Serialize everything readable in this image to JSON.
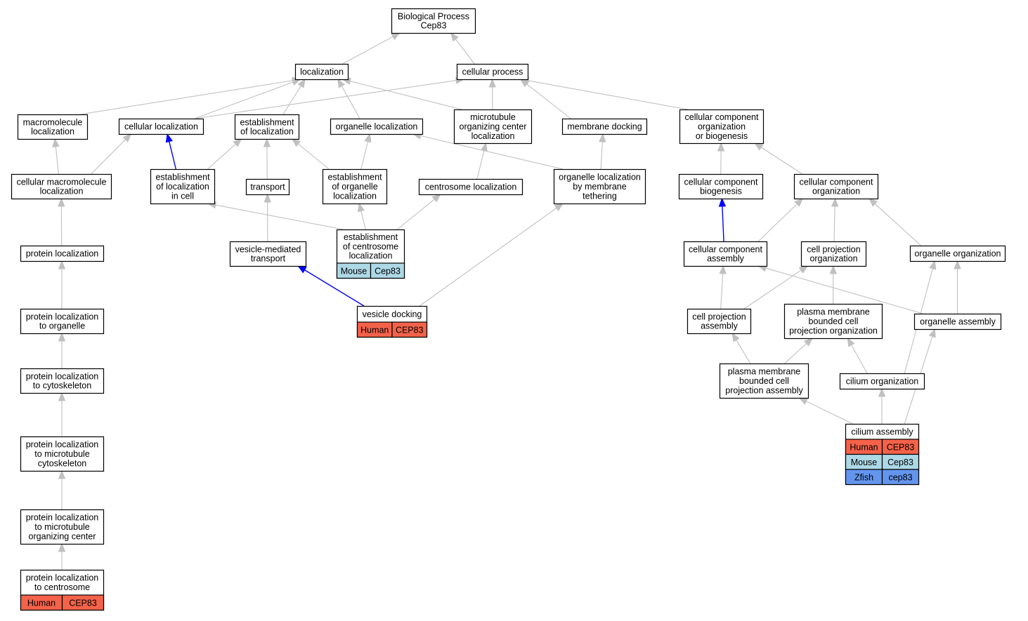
{
  "colors": {
    "edge": "#c0c0c0",
    "edge_highlight": "#0000ff",
    "box_border": "#000000",
    "human": "#f4624a",
    "mouse": "#add8e6",
    "zfish": "#6495ed"
  },
  "nodes": {
    "root": {
      "lines": [
        "Biological Process",
        "Cep83"
      ]
    },
    "localization": {
      "lines": [
        "localization"
      ]
    },
    "cellular_process": {
      "lines": [
        "cellular process"
      ]
    },
    "macromolecule_localization": {
      "lines": [
        "macromolecule",
        "localization"
      ]
    },
    "cellular_localization": {
      "lines": [
        "cellular localization"
      ]
    },
    "establishment_of_localization": {
      "lines": [
        "establishment",
        "of localization"
      ]
    },
    "organelle_localization": {
      "lines": [
        "organelle localization"
      ]
    },
    "mtoc_localization": {
      "lines": [
        "microtubule",
        "organizing center",
        "localization"
      ]
    },
    "membrane_docking": {
      "lines": [
        "membrane docking"
      ]
    },
    "ccob": {
      "lines": [
        "cellular component",
        "organization",
        "or biogenesis"
      ]
    },
    "cellular_macromolecule_localization": {
      "lines": [
        "cellular macromolecule",
        "localization"
      ]
    },
    "establishment_in_cell": {
      "lines": [
        "establishment",
        "of localization",
        "in cell"
      ]
    },
    "transport": {
      "lines": [
        "transport"
      ]
    },
    "establishment_of_organelle": {
      "lines": [
        "establishment",
        "of organelle",
        "localization"
      ]
    },
    "centrosome_localization": {
      "lines": [
        "centrosome localization"
      ]
    },
    "organelle_tethering": {
      "lines": [
        "organelle localization",
        "by membrane",
        "tethering"
      ]
    },
    "cc_biogenesis": {
      "lines": [
        "cellular component",
        "biogenesis"
      ]
    },
    "cc_organization": {
      "lines": [
        "cellular component",
        "organization"
      ]
    },
    "protein_localization": {
      "lines": [
        "protein localization"
      ]
    },
    "establishment_centrosome": {
      "lines": [
        "establishment",
        "of centrosome",
        "localization"
      ]
    },
    "vesicle_mediated_transport": {
      "lines": [
        "vesicle-mediated",
        "transport"
      ]
    },
    "cc_assembly": {
      "lines": [
        "cellular component",
        "assembly"
      ]
    },
    "cell_projection_organization": {
      "lines": [
        "cell projection",
        "organization"
      ]
    },
    "organelle_organization": {
      "lines": [
        "organelle organization"
      ]
    },
    "protein_loc_organelle": {
      "lines": [
        "protein localization",
        "to organelle"
      ]
    },
    "vesicle_docking": {
      "lines": [
        "vesicle docking"
      ]
    },
    "cell_projection_assembly": {
      "lines": [
        "cell projection",
        "assembly"
      ]
    },
    "pm_bounded_org": {
      "lines": [
        "plasma membrane",
        "bounded cell",
        "projection organization"
      ]
    },
    "organelle_assembly": {
      "lines": [
        "organelle assembly"
      ]
    },
    "protein_loc_cytoskeleton": {
      "lines": [
        "protein localization",
        "to cytoskeleton"
      ]
    },
    "pm_bounded_assembly": {
      "lines": [
        "plasma membrane",
        "bounded cell",
        "projection assembly"
      ]
    },
    "cilium_organization": {
      "lines": [
        "cilium organization"
      ]
    },
    "protein_loc_mt_cytoskeleton": {
      "lines": [
        "protein localization",
        "to microtubule",
        "cytoskeleton"
      ]
    },
    "cilium_assembly": {
      "lines": [
        "cilium assembly"
      ]
    },
    "protein_loc_mtoc": {
      "lines": [
        "protein localization",
        "to microtubule",
        "organizing center"
      ]
    },
    "protein_loc_centrosome": {
      "lines": [
        "protein localization",
        "to centrosome"
      ]
    }
  },
  "annotations": {
    "establishment_centrosome": [
      {
        "species": "Mouse",
        "gene": "Cep83",
        "color": "mouse"
      }
    ],
    "vesicle_docking": [
      {
        "species": "Human",
        "gene": "CEP83",
        "color": "human"
      }
    ],
    "cilium_assembly": [
      {
        "species": "Human",
        "gene": "CEP83",
        "color": "human"
      },
      {
        "species": "Mouse",
        "gene": "Cep83",
        "color": "mouse"
      },
      {
        "species": "Zfish",
        "gene": "cep83",
        "color": "zfish"
      }
    ],
    "protein_loc_centrosome": [
      {
        "species": "Human",
        "gene": "CEP83",
        "color": "human"
      }
    ]
  },
  "edges": [
    {
      "from": "localization",
      "to": "root"
    },
    {
      "from": "cellular_process",
      "to": "root"
    },
    {
      "from": "macromolecule_localization",
      "to": "localization"
    },
    {
      "from": "cellular_localization",
      "to": "localization"
    },
    {
      "from": "cellular_localization",
      "to": "cellular_process"
    },
    {
      "from": "establishment_of_localization",
      "to": "localization"
    },
    {
      "from": "organelle_localization",
      "to": "localization"
    },
    {
      "from": "mtoc_localization",
      "to": "localization"
    },
    {
      "from": "mtoc_localization",
      "to": "cellular_process"
    },
    {
      "from": "membrane_docking",
      "to": "cellular_process"
    },
    {
      "from": "ccob",
      "to": "cellular_process"
    },
    {
      "from": "cellular_macromolecule_localization",
      "to": "macromolecule_localization"
    },
    {
      "from": "cellular_macromolecule_localization",
      "to": "cellular_localization"
    },
    {
      "from": "establishment_in_cell",
      "to": "cellular_localization",
      "highlight": true
    },
    {
      "from": "establishment_in_cell",
      "to": "establishment_of_localization"
    },
    {
      "from": "transport",
      "to": "establishment_of_localization"
    },
    {
      "from": "establishment_of_organelle",
      "to": "establishment_of_localization"
    },
    {
      "from": "establishment_of_organelle",
      "to": "organelle_localization"
    },
    {
      "from": "centrosome_localization",
      "to": "mtoc_localization"
    },
    {
      "from": "organelle_tethering",
      "to": "organelle_localization"
    },
    {
      "from": "organelle_tethering",
      "to": "membrane_docking"
    },
    {
      "from": "cc_biogenesis",
      "to": "ccob"
    },
    {
      "from": "cc_organization",
      "to": "ccob"
    },
    {
      "from": "protein_localization",
      "to": "cellular_macromolecule_localization"
    },
    {
      "from": "establishment_centrosome",
      "to": "establishment_of_organelle"
    },
    {
      "from": "establishment_centrosome",
      "to": "centrosome_localization"
    },
    {
      "from": "establishment_centrosome",
      "to": "establishment_in_cell"
    },
    {
      "from": "vesicle_mediated_transport",
      "to": "transport"
    },
    {
      "from": "cc_assembly",
      "to": "cc_biogenesis",
      "highlight": true
    },
    {
      "from": "cc_assembly",
      "to": "cc_organization"
    },
    {
      "from": "cell_projection_organization",
      "to": "cc_organization"
    },
    {
      "from": "organelle_organization",
      "to": "cc_organization"
    },
    {
      "from": "protein_loc_organelle",
      "to": "protein_localization"
    },
    {
      "from": "vesicle_docking",
      "to": "vesicle_mediated_transport",
      "highlight": true
    },
    {
      "from": "vesicle_docking",
      "to": "organelle_tethering"
    },
    {
      "from": "cell_projection_assembly",
      "to": "cc_assembly"
    },
    {
      "from": "cell_projection_assembly",
      "to": "cell_projection_organization"
    },
    {
      "from": "pm_bounded_org",
      "to": "cell_projection_organization"
    },
    {
      "from": "organelle_assembly",
      "to": "organelle_organization"
    },
    {
      "from": "organelle_assembly",
      "to": "cc_assembly"
    },
    {
      "from": "protein_loc_cytoskeleton",
      "to": "protein_loc_organelle"
    },
    {
      "from": "pm_bounded_assembly",
      "to": "cell_projection_assembly"
    },
    {
      "from": "pm_bounded_assembly",
      "to": "pm_bounded_org"
    },
    {
      "from": "cilium_organization",
      "to": "pm_bounded_org"
    },
    {
      "from": "cilium_organization",
      "to": "organelle_organization"
    },
    {
      "from": "protein_loc_mt_cytoskeleton",
      "to": "protein_loc_cytoskeleton"
    },
    {
      "from": "cilium_assembly",
      "to": "cilium_organization"
    },
    {
      "from": "cilium_assembly",
      "to": "pm_bounded_assembly"
    },
    {
      "from": "cilium_assembly",
      "to": "organelle_assembly"
    },
    {
      "from": "protein_loc_mtoc",
      "to": "protein_loc_mt_cytoskeleton"
    },
    {
      "from": "protein_loc_centrosome",
      "to": "protein_loc_mtoc"
    }
  ]
}
